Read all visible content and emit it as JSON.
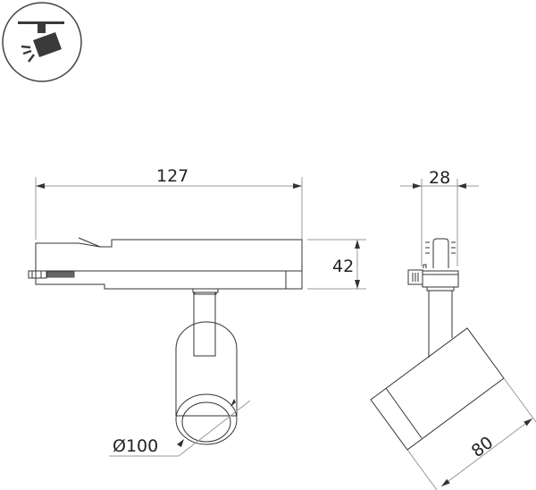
{
  "icon": {
    "name": "track-spotlight-icon",
    "description": "Track-mounted spotlight pictogram in circle"
  },
  "front_view": {
    "width_label": "127",
    "height_label": "42",
    "diameter_label": "Ø100"
  },
  "side_view": {
    "width_label": "28",
    "length_label": "80"
  },
  "colors": {
    "line": "#333333",
    "dim_line": "#9a9a9a",
    "icon_fill": "#3a3a3a"
  }
}
